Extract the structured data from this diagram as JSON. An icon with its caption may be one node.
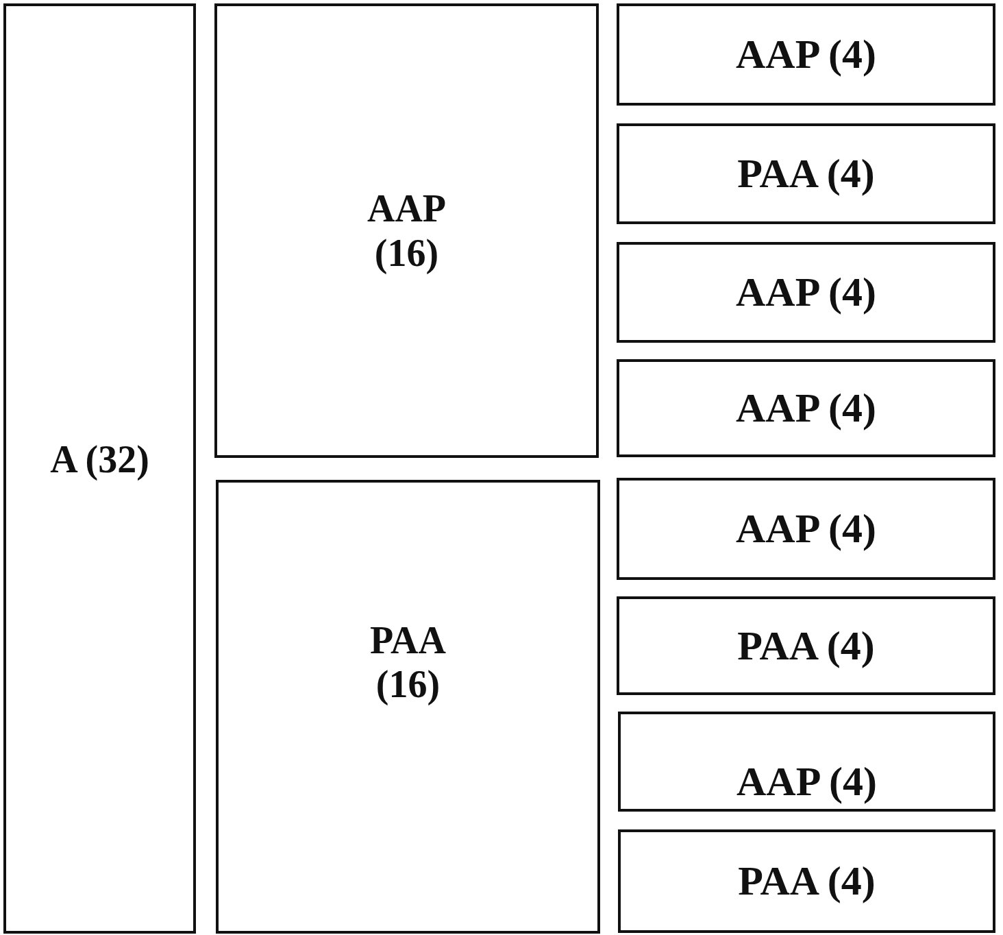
{
  "diagram": {
    "nodes": [
      {
        "text": [
          "A (32)"
        ]
      },
      {
        "text": [
          "AAP (16)"
        ]
      },
      {
        "text": [
          "PAA (16)"
        ]
      },
      {
        "text": [
          "AAP (4)"
        ]
      },
      {
        "text": [
          "PAA (4)"
        ]
      },
      {
        "text": [
          "AAP (4)"
        ]
      },
      {
        "text": [
          "AAP (4)"
        ]
      },
      {
        "text": [
          "AAP (4)"
        ]
      },
      {
        "text": [
          "PAA (4)"
        ]
      },
      {
        "text": [
          "AAP (4)"
        ]
      },
      {
        "text": [
          "PAA (4)"
        ]
      }
    ]
  }
}
